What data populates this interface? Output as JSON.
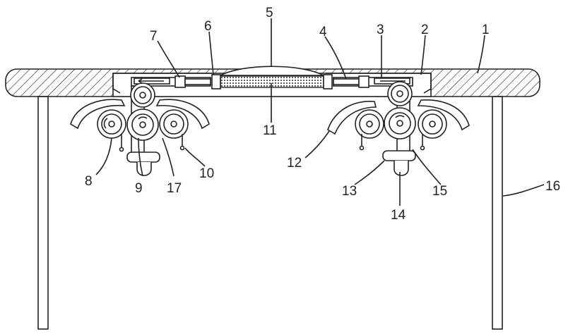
{
  "figure": {
    "colors": {
      "stroke": "#222222",
      "background": "#ffffff"
    },
    "callouts": [
      "1",
      "2",
      "3",
      "4",
      "5",
      "6",
      "7",
      "8",
      "9",
      "10",
      "11",
      "12",
      "13",
      "14",
      "15",
      "16",
      "17"
    ]
  }
}
